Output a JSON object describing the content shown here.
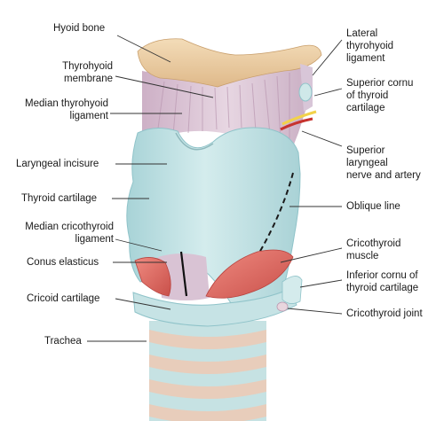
{
  "labels_left": [
    {
      "id": "hyoid-bone",
      "text": "Hyoid bone"
    },
    {
      "id": "thyrohyoid-membrane",
      "text": "Thyrohyoid\nmembrane"
    },
    {
      "id": "median-thyrohyoid-ligament",
      "text": "Median thyrohyoid\nligament"
    },
    {
      "id": "laryngeal-incisure",
      "text": "Laryngeal incisure"
    },
    {
      "id": "thyroid-cartilage",
      "text": "Thyroid cartilage"
    },
    {
      "id": "median-cricothyroid-ligament",
      "text": "Median cricothyroid\nligament"
    },
    {
      "id": "conus-elasticus",
      "text": "Conus elasticus"
    },
    {
      "id": "cricoid-cartilage",
      "text": "Cricoid cartilage"
    },
    {
      "id": "trachea",
      "text": "Trachea"
    }
  ],
  "labels_right": [
    {
      "id": "lateral-thyrohyoid-ligament",
      "text": "Lateral\nthyrohyoid\nligament"
    },
    {
      "id": "superior-cornu",
      "text": "Superior cornu\nof thyroid\ncartilage"
    },
    {
      "id": "superior-laryngeal-nerve-artery",
      "text": "Superior\nlaryngeal\nnerve and artery"
    },
    {
      "id": "oblique-line",
      "text": "Oblique line"
    },
    {
      "id": "cricothyroid-muscle",
      "text": "Cricothyroid\nmuscle"
    },
    {
      "id": "inferior-cornu",
      "text": "Inferior cornu of\nthyroid cartilage"
    },
    {
      "id": "cricothyroid-joint",
      "text": "Cricothyroid joint"
    }
  ],
  "colors": {
    "bone": "#eccfa5",
    "membrane": "#d9c3d4",
    "cartilage": "#bfe0e2",
    "cartilage_shade": "#8fc3c9",
    "muscle": "#e0706a",
    "muscle_dark": "#b8433f",
    "nerve": "#f2d24a",
    "artery": "#c7332e",
    "trachea_band": "#e6c9b6",
    "leader": "#333333"
  }
}
